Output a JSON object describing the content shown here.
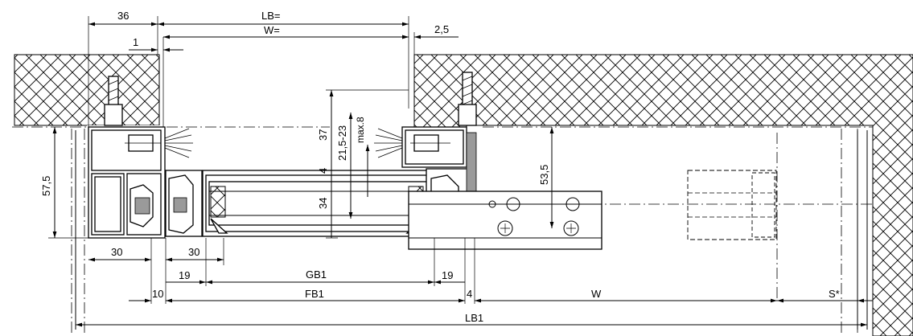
{
  "labels": {
    "d36": "36",
    "lb_eq": "LB=",
    "w_eq": "W=",
    "d1": "1",
    "d2_5": "2,5",
    "d37": "37",
    "d21_5_23": "21,5-23",
    "max8": "max.8",
    "d4_upper": "4",
    "d34": "34",
    "d53_5": "53,5",
    "d57_5": "57,5",
    "d30_left": "30",
    "d30_right": "30",
    "d19_left": "19",
    "gb1": "GB1",
    "d19_right": "19",
    "d10": "10",
    "fb1": "FB1",
    "d4_lower": "4",
    "w": "W",
    "s_star": "S*",
    "lb1": "LB1"
  },
  "colors": {
    "line": "#000000",
    "background": "#ffffff",
    "infill": "#9a9a9a",
    "dark_infill": "#222222"
  }
}
